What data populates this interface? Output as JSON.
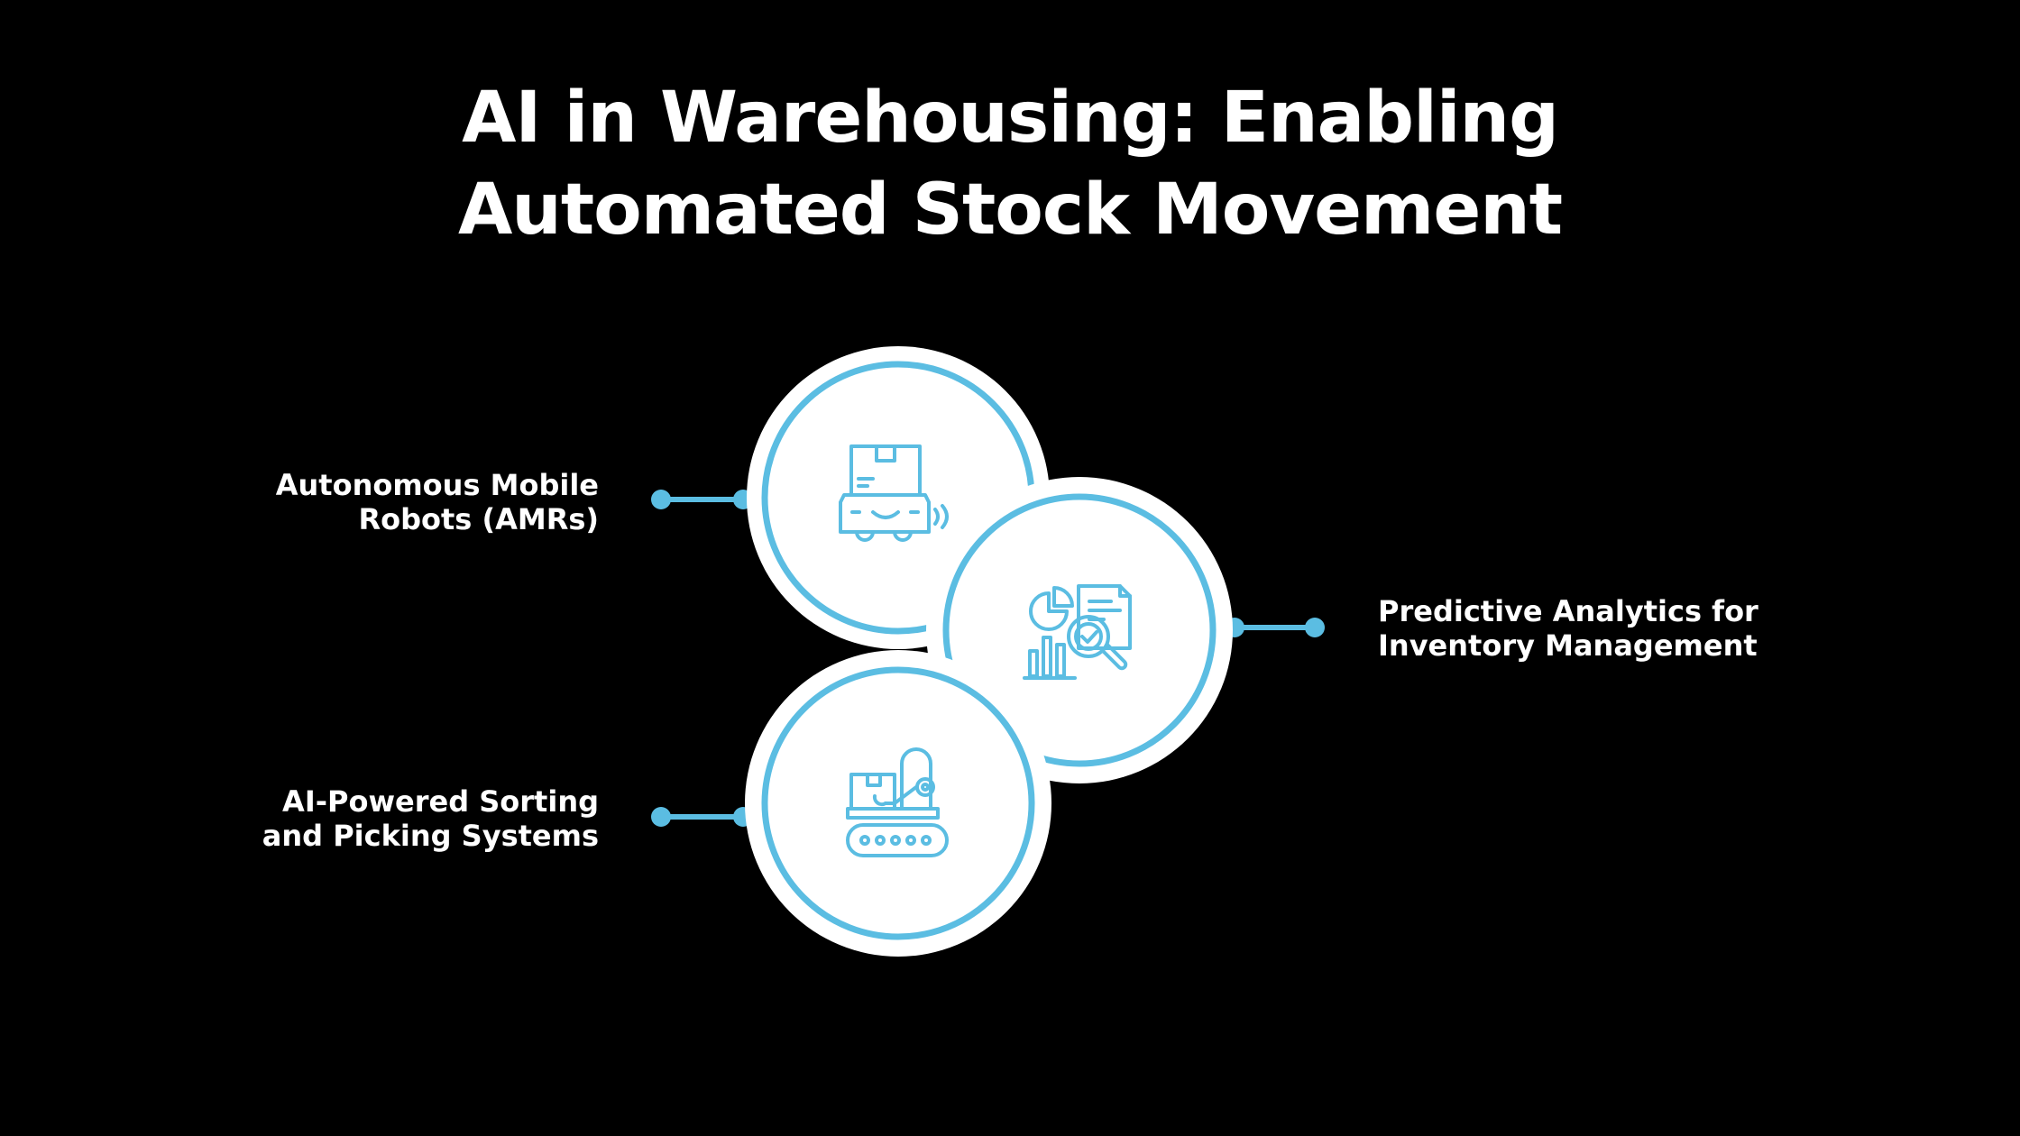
{
  "title": {
    "line1": "AI in Warehousing: Enabling",
    "line2": "Automated Stock Movement"
  },
  "items": [
    {
      "line1": "Autonomous Mobile",
      "line2": "Robots (AMRs)",
      "icon": "robot-cart-icon"
    },
    {
      "line1": "Predictive Analytics for",
      "line2": "Inventory Management",
      "icon": "analytics-report-icon"
    },
    {
      "line1": "AI-Powered Sorting",
      "line2": "and Picking Systems",
      "icon": "conveyor-robot-arm-icon"
    }
  ],
  "colors": {
    "background": "#000000",
    "accent": "#5bbde2",
    "circle_fill": "#ffffff",
    "text": "#ffffff"
  }
}
